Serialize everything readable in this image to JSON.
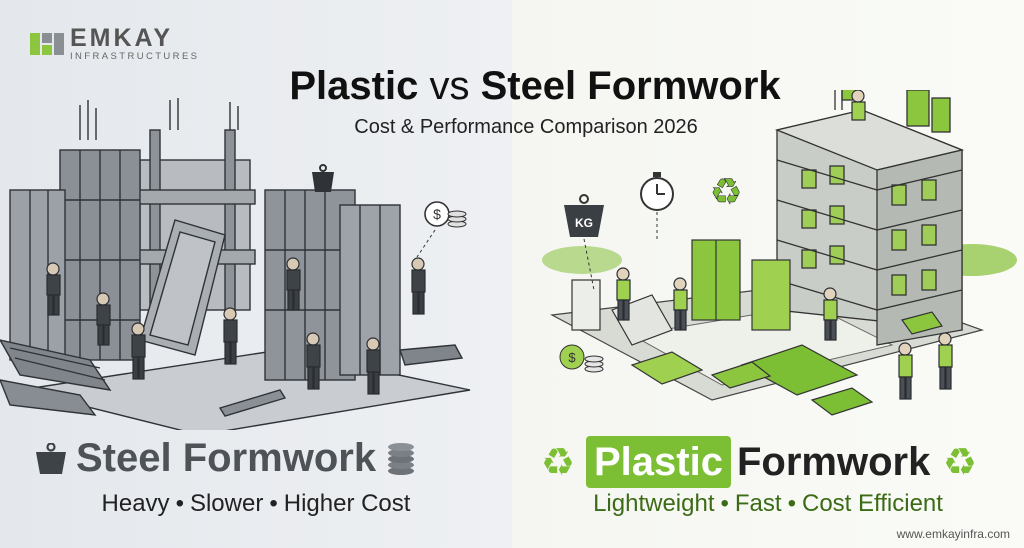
{
  "brand": {
    "name": "EMKAY",
    "sub": "INFRASTRUCTURES",
    "url": "www.emkayinfra.com"
  },
  "title": {
    "left": "Plastic",
    "vs": "vs",
    "right": "Steel Formwork"
  },
  "subtitle": "Cost & Performance Comparison 2026",
  "steel": {
    "heading": "Steel Formwork",
    "tags": [
      "Heavy",
      "Slower",
      "Higher Cost"
    ],
    "icons": [
      "weight-icon",
      "coins-icon"
    ]
  },
  "plastic": {
    "highlight": "Plastic",
    "heading": "Formwork",
    "tags": [
      "Lightweight",
      "Fast",
      "Cost Efficient"
    ],
    "icons": [
      "recycle-icon",
      "clock-icon",
      "kg-weight-icon"
    ],
    "kg_label": "KG"
  },
  "colors": {
    "accent_green": "#7cbf34",
    "steel_gray": "#4e5358",
    "text_green": "#3c6b16"
  }
}
